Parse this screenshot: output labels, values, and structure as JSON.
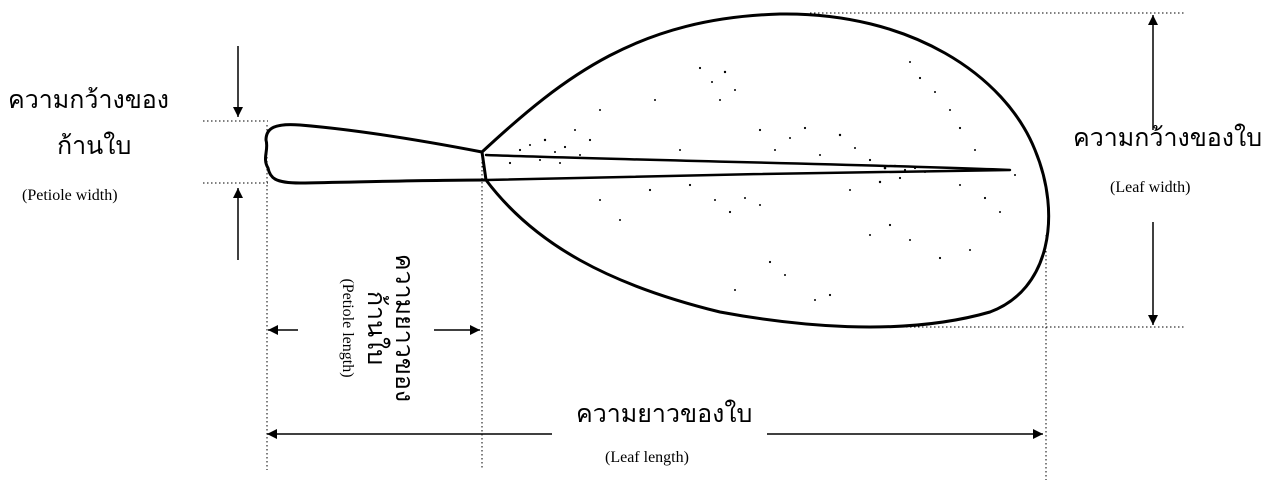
{
  "petiole_width": {
    "thai_line1": "ความกว้างของ",
    "thai_line2": "ก้านใบ",
    "english": "(Petiole width)"
  },
  "leaf_width": {
    "thai": "ความกว้างของใบ",
    "english": "(Leaf width)"
  },
  "petiole_length": {
    "thai_line1": "ความยาวของ",
    "thai_line2": "ก้านใบ",
    "english": "(Petiole length)"
  },
  "leaf_length": {
    "thai": "ความยาวของใบ",
    "english": "(Leaf length)"
  }
}
